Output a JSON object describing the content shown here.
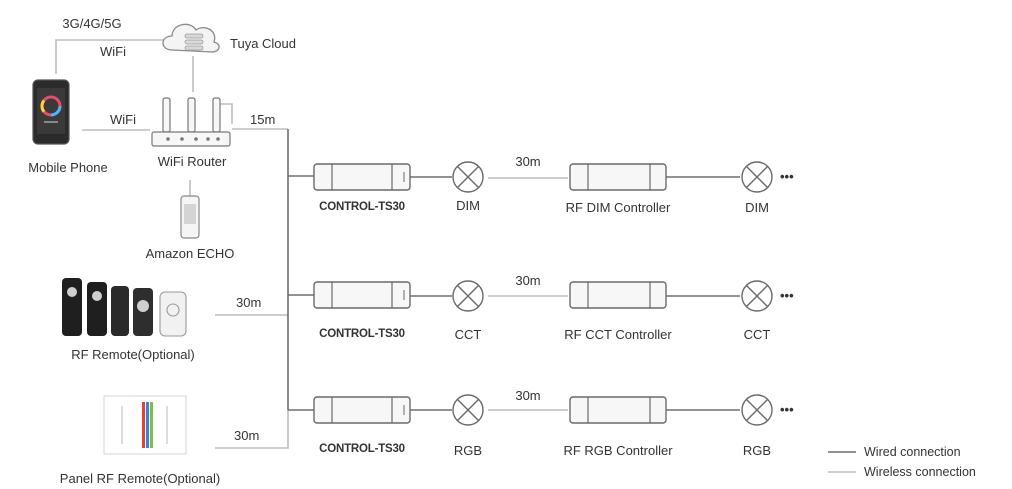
{
  "network": {
    "cellular_label": "3G/4G/5G",
    "wifi_label_top": "WiFi",
    "cloud_label": "Tuya Cloud",
    "wifi_label_phone": "WiFi",
    "distance_router": "15m",
    "phone_label": "Mobile Phone",
    "router_label": "WiFi Router",
    "echo_label": "Amazon ECHO"
  },
  "remotes": {
    "rf_remote_label": "RF Remote(Optional)",
    "rf_remote_distance": "30m",
    "panel_remote_label": "Panel RF Remote(Optional)",
    "panel_remote_distance": "30m"
  },
  "rows": [
    {
      "controller_label": "CONTROL-TS30",
      "lamp_label": "DIM",
      "distance": "30m",
      "rf_controller_label": "RF DIM Controller",
      "end_lamp_label": "DIM",
      "ellipsis": "•••"
    },
    {
      "controller_label": "CONTROL-TS30",
      "lamp_label": "CCT",
      "distance": "30m",
      "rf_controller_label": "RF CCT Controller",
      "end_lamp_label": "CCT",
      "ellipsis": "•••"
    },
    {
      "controller_label": "CONTROL-TS30",
      "lamp_label": "RGB",
      "distance": "30m",
      "rf_controller_label": "RF RGB Controller",
      "end_lamp_label": "RGB",
      "ellipsis": "•••"
    }
  ],
  "legend": {
    "wired_label": "Wired connection",
    "wireless_label": "Wireless connection",
    "wired_color": "#6e6e6e",
    "wireless_color": "#bdbdbd"
  }
}
